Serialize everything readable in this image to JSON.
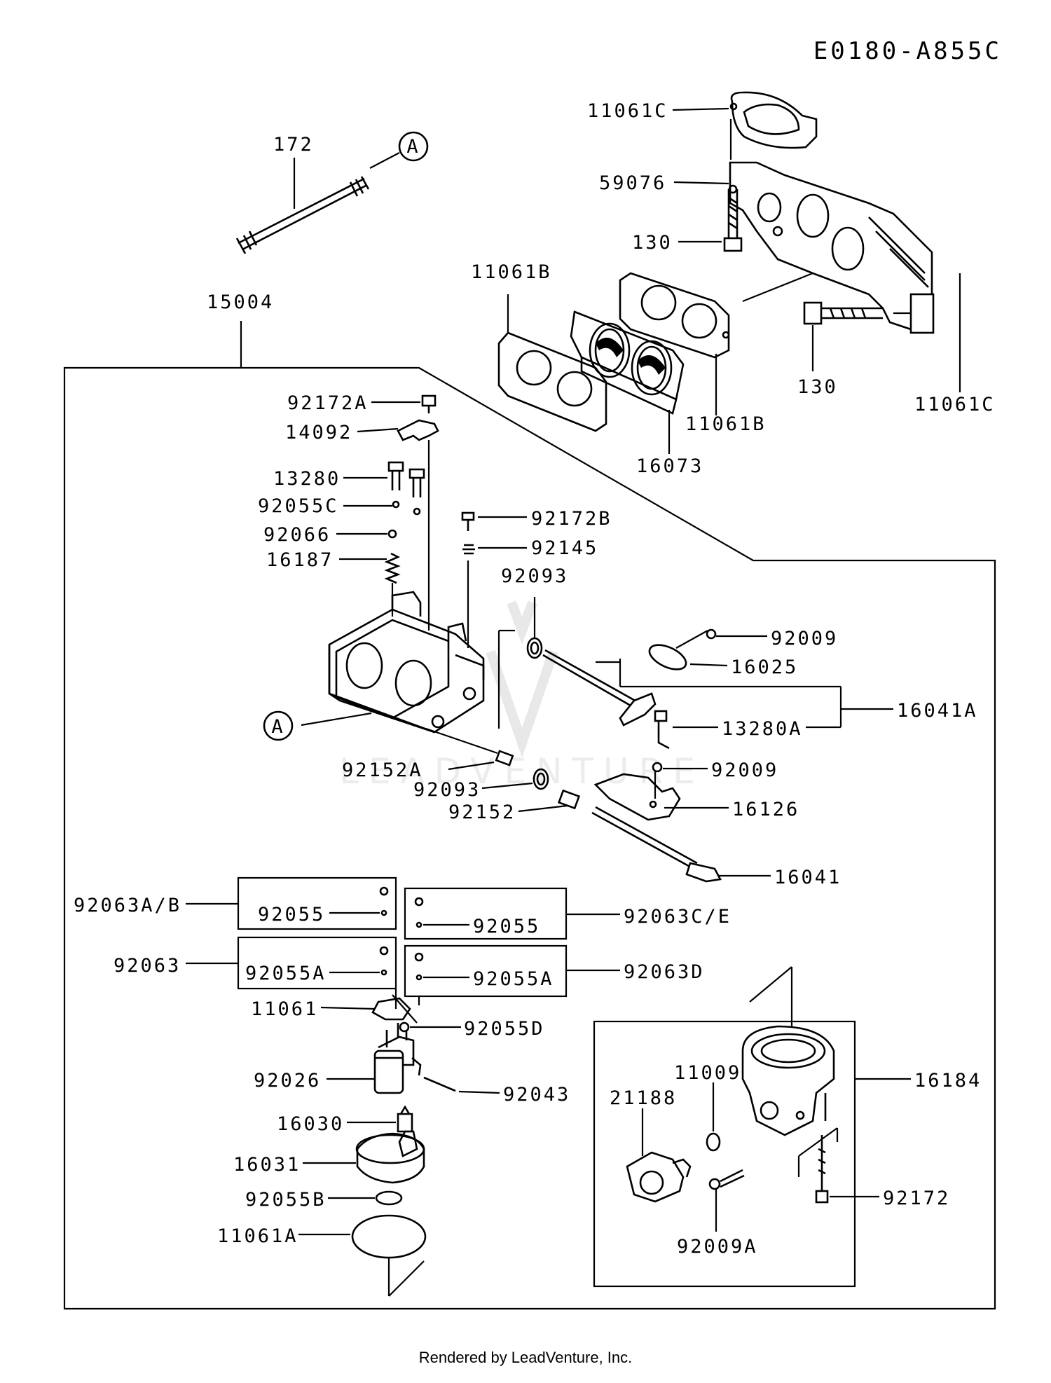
{
  "diagram_code": "E0180-A855C",
  "footer": "Rendered by LeadVenture, Inc.",
  "watermark": "LEADVENTURE",
  "callout_ref": "A",
  "labels": {
    "p11061C_top": "11061C",
    "p172": "172",
    "p59076": "59076",
    "p130_a": "130",
    "p11061B_a": "11061B",
    "p15004": "15004",
    "p130_b": "130",
    "p11061C_right": "11061C",
    "p11061B_b": "11061B",
    "p16073": "16073",
    "p92172A": "92172A",
    "p14092": "14092",
    "p13280": "13280",
    "p92055C": "92055C",
    "p92172B": "92172B",
    "p92066": "92066",
    "p92145": "92145",
    "p16187": "16187",
    "p92093_a": "92093",
    "p92009_a": "92009",
    "p16025": "16025",
    "p16041A": "16041A",
    "p13280A": "13280A",
    "p92152A": "92152A",
    "p92009_b": "92009",
    "p92093_b": "92093",
    "p16126": "16126",
    "p92152": "92152",
    "p16041": "16041",
    "p92063AB": "92063A/B",
    "p92055_a": "92055",
    "p92063CE": "92063C/E",
    "p92055_b": "92055",
    "p92063": "92063",
    "p92055A_a": "92055A",
    "p92063D": "92063D",
    "p92055A_b": "92055A",
    "p11061": "11061",
    "p92055D": "92055D",
    "p16184": "16184",
    "p11009": "11009",
    "p92026": "92026",
    "p21188": "21188",
    "p92043": "92043",
    "p16030": "16030",
    "p16031": "16031",
    "p92055B": "92055B",
    "p92172": "92172",
    "p11061A": "11061A",
    "p92009A": "92009A"
  }
}
